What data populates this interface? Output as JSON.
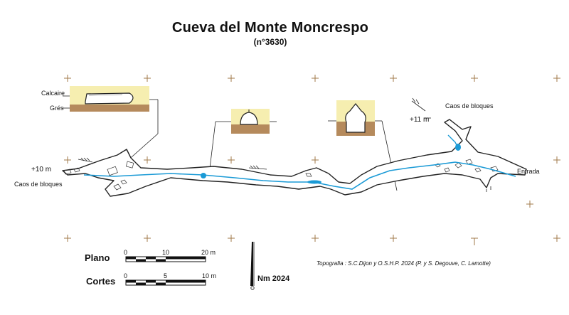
{
  "header": {
    "title": "Cueva del Monte Moncrespo",
    "subtitle": "(n°3630)"
  },
  "labels": {
    "calcaire": "Calcaire",
    "gres": "Grés",
    "caos_left": "Caos de bloques",
    "caos_right": "Caos de bloques",
    "elev_plus10": "+10 m",
    "elev_plus11": "+11 m",
    "entrance": "Entrada"
  },
  "scales": {
    "plano": {
      "name": "Plano",
      "ticks": [
        "0",
        "10",
        "20 m"
      ]
    },
    "cortes": {
      "name": "Cortes",
      "ticks": [
        "0",
        "5",
        "10 m"
      ]
    }
  },
  "north": {
    "label": "Nm 2024"
  },
  "credit": "Topografia : S.C.Dijon y O.S.H.P. 2024 (P. y S. Degouve, C. Lamotte)",
  "colors": {
    "limestone": "#f6eeb0",
    "sandstone": "#b58a5c",
    "water": "#1a9ad6",
    "cave_wall": "#222222"
  }
}
